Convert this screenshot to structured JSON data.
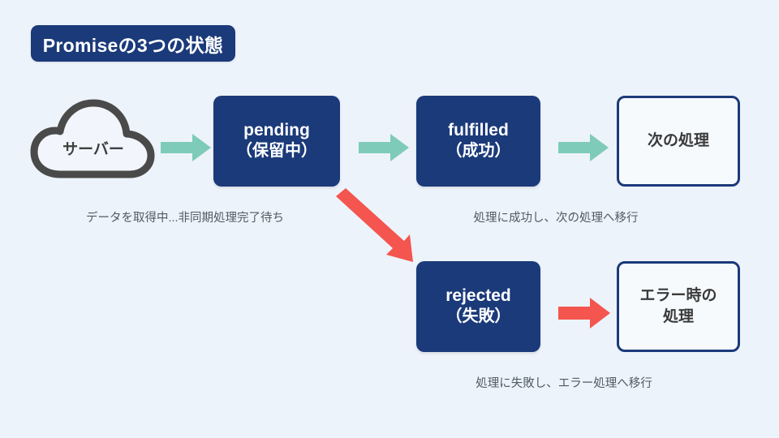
{
  "page": {
    "background_color": "#edf3fa",
    "navy": "#1b3a7a",
    "teal": "#7ecbba",
    "red": "#f4554f",
    "gray": "#4a4a4a"
  },
  "title": {
    "text": "Promiseの3つの状態"
  },
  "source": {
    "icon": "cloud-icon",
    "label": "サーバー"
  },
  "nodes": {
    "pending": {
      "en": "pending",
      "jp": "（保留中）"
    },
    "fulfilled": {
      "en": "fulfilled",
      "jp": "（成功）"
    },
    "rejected": {
      "en": "rejected",
      "jp": "（失敗）"
    },
    "next_process": {
      "line1": "次の処理",
      "line2": ""
    },
    "error_process": {
      "line1": "エラー時の",
      "line2": "処理"
    }
  },
  "captions": {
    "pending": "データを取得中...非同期処理完了待ち",
    "fulfilled": "処理に成功し、次の処理へ移行",
    "rejected": "処理に失敗し、エラー処理へ移行"
  },
  "arrows": [
    {
      "name": "server-to-pending",
      "color": "#7ecbba",
      "direction": "right"
    },
    {
      "name": "pending-to-fulfilled",
      "color": "#7ecbba",
      "direction": "right"
    },
    {
      "name": "fulfilled-to-next",
      "color": "#7ecbba",
      "direction": "right"
    },
    {
      "name": "pending-to-rejected",
      "color": "#f4554f",
      "direction": "down-right"
    },
    {
      "name": "rejected-to-error",
      "color": "#f4554f",
      "direction": "right"
    }
  ]
}
